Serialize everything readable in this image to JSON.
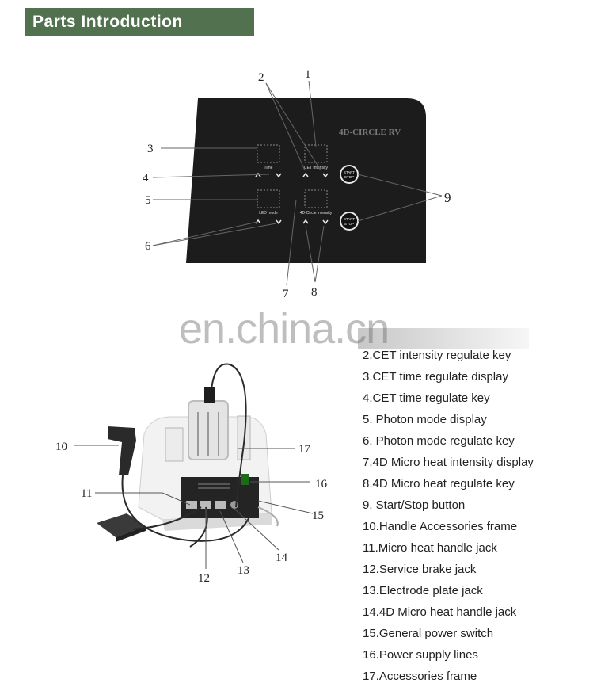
{
  "header": {
    "title": "Parts Introduction"
  },
  "panel": {
    "brand": "4D-CIRCLE RV",
    "labels": {
      "time": "Time",
      "cet": "CET Intensity",
      "led": "LED mode",
      "circle": "4D-Circle intensity"
    },
    "start_label": "START",
    "stop_label": "STOP"
  },
  "panel_callouts": [
    "1",
    "2",
    "3",
    "4",
    "5",
    "6",
    "7",
    "8",
    "9"
  ],
  "machine_callouts": [
    "10",
    "11",
    "12",
    "13",
    "14",
    "15",
    "16",
    "17"
  ],
  "watermark": "en.china.cn",
  "legend": [
    "2.CET intensity regulate key",
    "3.CET time regulate display",
    "4.CET time regulate key",
    "5. Photon mode display",
    "6. Photon mode regulate key",
    "7.4D Micro heat intensity display",
    "8.4D Micro heat regulate key",
    "9. Start/Stop button",
    "10.Handle Accessories frame",
    "11.Micro heat handle jack",
    "12.Service brake jack",
    "13.Electrode plate jack",
    "14.4D Micro heat handle jack",
    "15.General power switch",
    "16.Power supply lines",
    "17.Accessories frame"
  ],
  "colors": {
    "header_bg": "#51714f",
    "panel_bg": "#1c1c1c",
    "machine_body": "#f2f2f2"
  }
}
